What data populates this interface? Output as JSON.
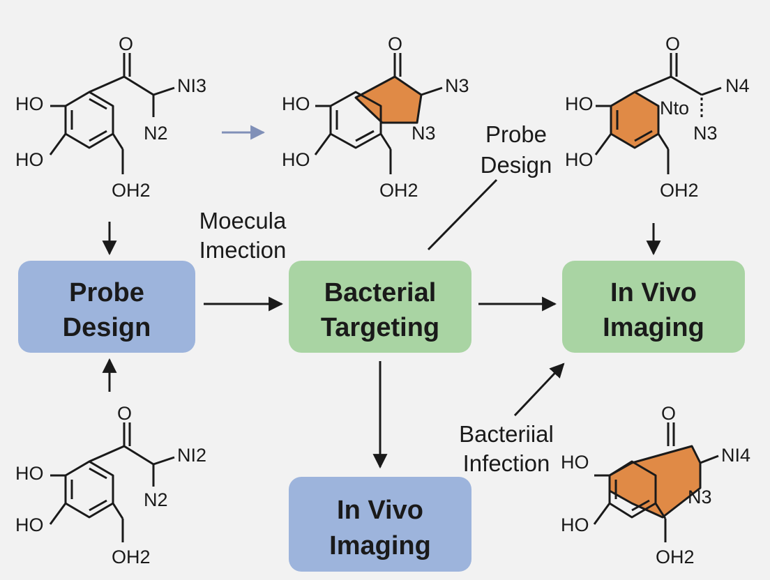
{
  "colors": {
    "background": "#f2f2f2",
    "box_blue": "#9db4dc",
    "box_green": "#a9d4a3",
    "ring_orange": "#e08a46",
    "stroke": "#1a1a1a",
    "light_arrow": "#8090b8"
  },
  "boxes": {
    "probe_design": {
      "line1": "Probe",
      "line2": "Design"
    },
    "bacterial_targeting": {
      "line1": "Bacterial",
      "line2": "Targeting"
    },
    "in_vivo_imaging_right": {
      "line1": "In Vivo",
      "line2": "Imaging"
    },
    "in_vivo_imaging_bottom": {
      "line1": "In Vivo",
      "line2": "Imaging"
    }
  },
  "labels": {
    "moecula_line1": "Moecula",
    "moecula_line2": "Imection",
    "probe_design_line1": "Probe",
    "probe_design_line2": "Design",
    "bacterial_infection_line1": "Bacteriial",
    "bacterial_infection_line2": "Infection"
  },
  "molecules": {
    "top_left": {
      "ho_top": "HO",
      "ho_bottom": "HO",
      "carbonyl": "O",
      "n_upper": "NI3",
      "n_lower": "N2",
      "oh": "OH2"
    },
    "top_middle": {
      "ho_top": "HO",
      "ho_bottom": "HO",
      "carbonyl": "O",
      "n_upper": "N3",
      "n_lower": "N3",
      "oh": "OH2"
    },
    "top_right": {
      "ho_top": "HO",
      "ho_bottom": "HO",
      "carbonyl": "O",
      "n_upper": "N4",
      "n_mid": "Nto",
      "n_lower": "N3",
      "oh": "OH2"
    },
    "bottom_left": {
      "ho_top": "HO",
      "ho_bottom": "HO",
      "carbonyl": "O",
      "n_upper": "NI2",
      "n_lower": "N2",
      "oh": "OH2"
    },
    "bottom_right": {
      "ho_top": "HO",
      "ho_bottom": "HO",
      "carbonyl": "O",
      "n_upper": "NI4",
      "n_lower": "N3",
      "oh": "OH2"
    }
  }
}
